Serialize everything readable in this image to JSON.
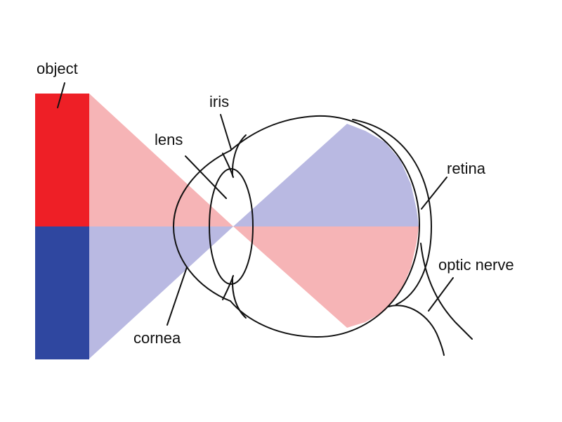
{
  "labels": {
    "object": "object",
    "iris": "iris",
    "lens": "lens",
    "retina": "retina",
    "optic_nerve": "optic nerve",
    "cornea": "cornea"
  },
  "colors": {
    "object_top": "#ee1f26",
    "object_bottom": "#2f47a0",
    "ray_red": "#f6b4b6",
    "ray_blue": "#b9b9e2",
    "line": "#111111",
    "background": "#ffffff"
  }
}
